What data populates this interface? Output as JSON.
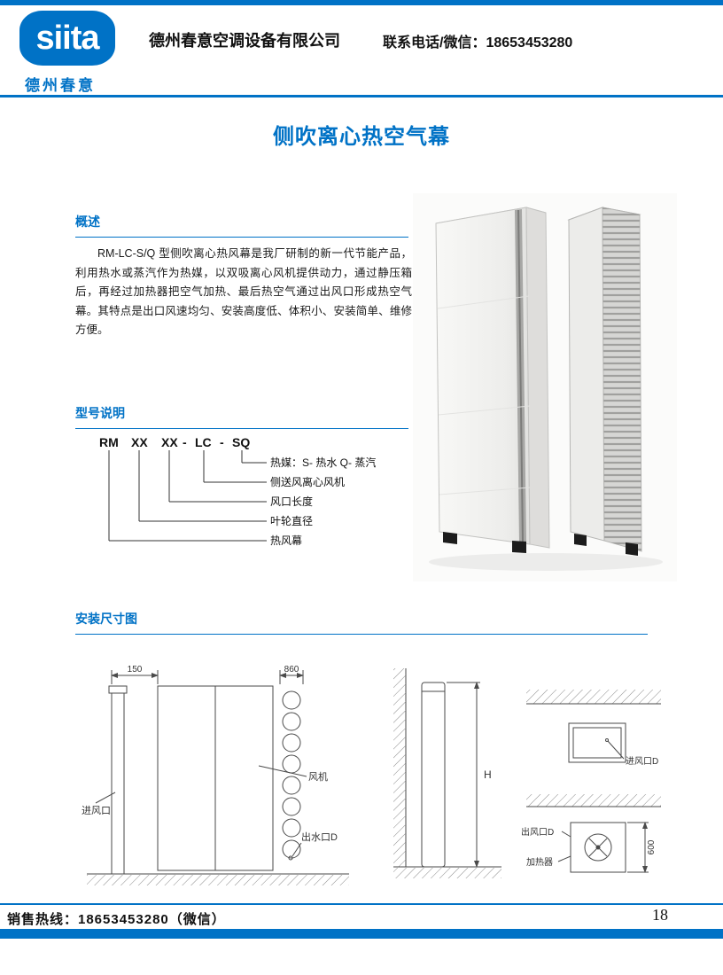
{
  "theme": {
    "accent_blue": "#0072c6",
    "text_dark": "#1a1a1a"
  },
  "header": {
    "logo_text": "siita",
    "logo_sub": "德州春意",
    "company": "德州春意空调设备有限公司",
    "contact": "联系电话/微信：18653453280"
  },
  "page_title": "侧吹离心热空气幕",
  "overview": {
    "heading": "概述",
    "body": "RM-LC-S/Q 型侧吹离心热风幕是我厂研制的新一代节能产品，利用热水或蒸汽作为热媒，以双吸离心风机提供动力，通过静压箱后，再经过加热器把空气加热、最后热空气通过出风口形成热空气幕。其特点是出口风速均匀、安装高度低、体积小、安装简单、维修方便。"
  },
  "model": {
    "heading": "型号说明",
    "tokens": [
      "RM",
      "XX",
      "XX",
      "-",
      "LC",
      "-",
      "SQ"
    ],
    "labels": [
      "热媒：S- 热水  Q- 蒸汽",
      "侧送风离心风机",
      "风口长度",
      "叶轮直径",
      "热风幕"
    ]
  },
  "installation": {
    "heading": "安装尺寸图",
    "d1": {
      "dim_left": "150",
      "dim_right": "860",
      "inlet": "进风口",
      "fan": "风机",
      "drain": "出水口D"
    },
    "d2": {
      "height": "H"
    },
    "d3": {
      "inlet": "进风口D"
    },
    "d4": {
      "outlet": "出风口D",
      "heater": "加热器",
      "dim": "600"
    }
  },
  "footer": {
    "hotline": "销售热线：18653453280（微信）",
    "page_number": "18"
  }
}
